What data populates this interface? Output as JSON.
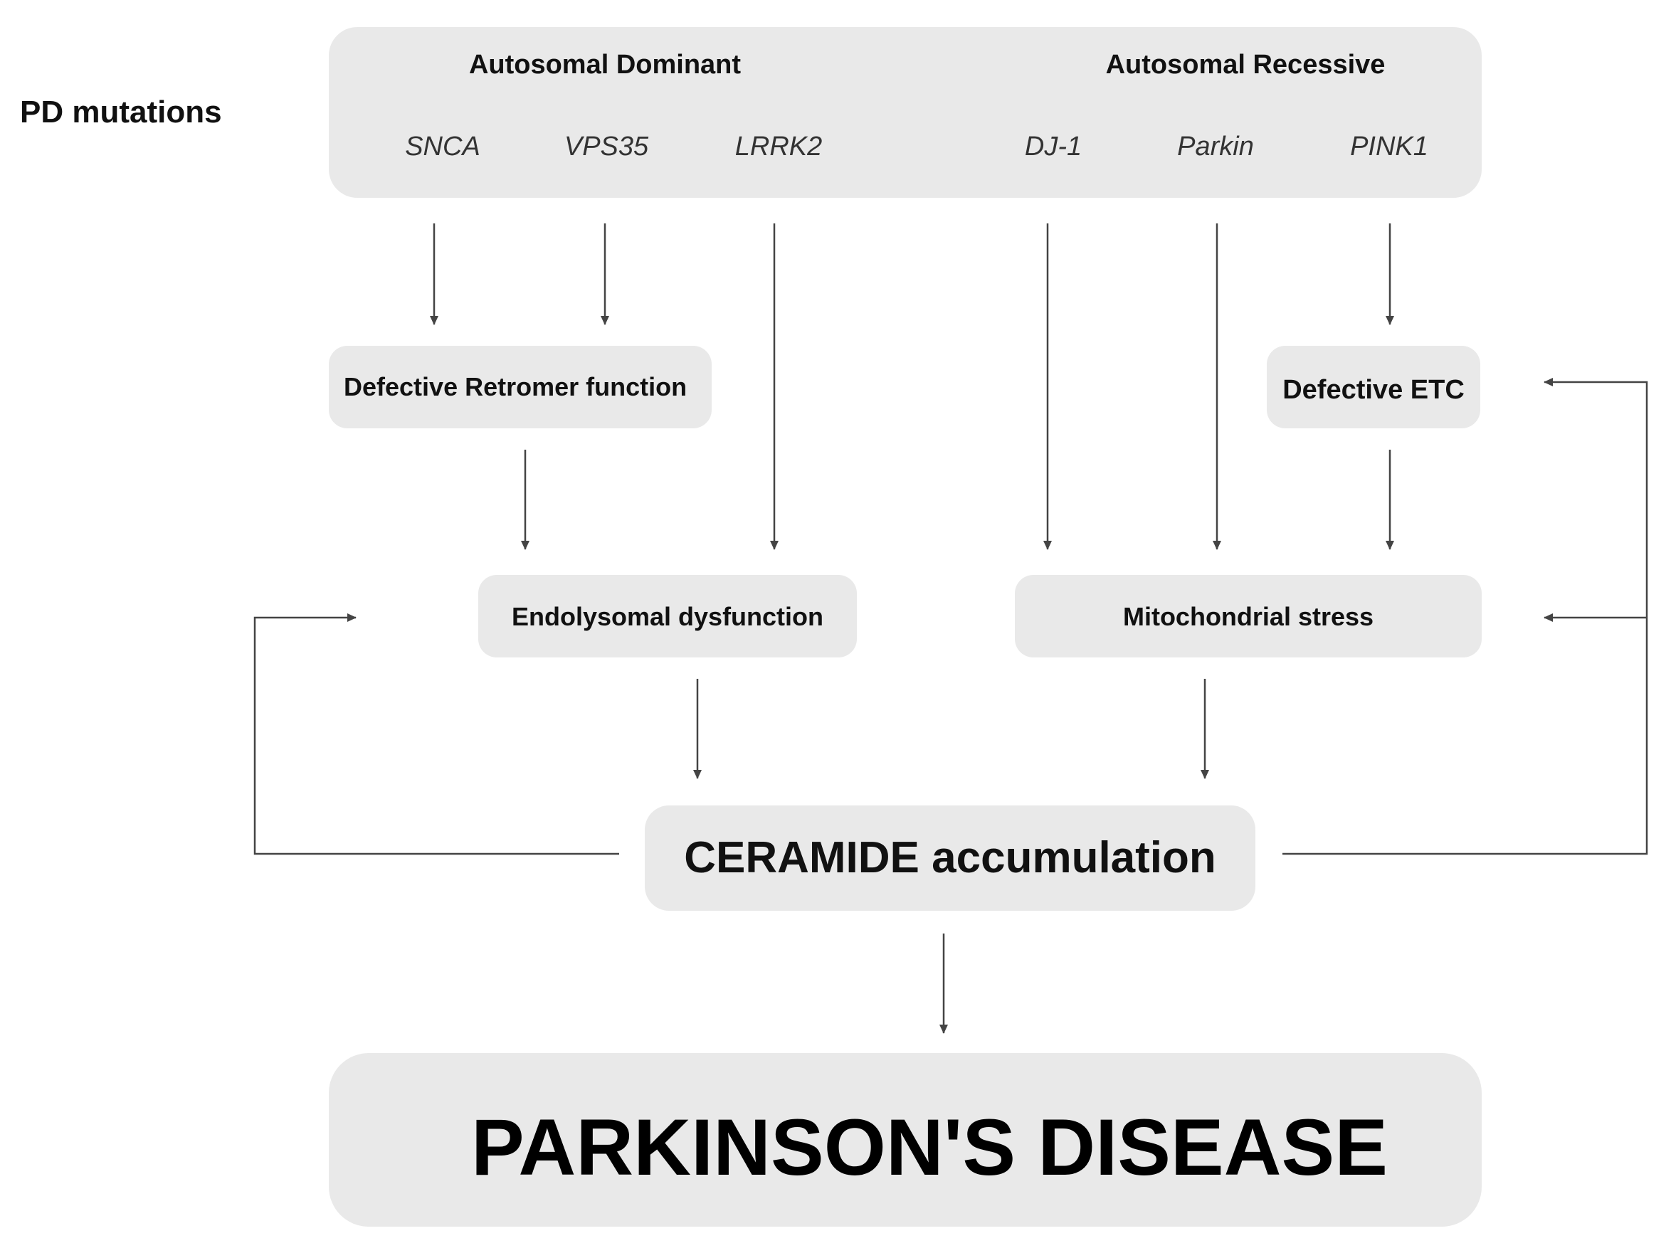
{
  "left_label": "PD mutations",
  "mutations": {
    "dominant_header": "Autosomal Dominant",
    "recessive_header": "Autosomal Recessive",
    "genes": [
      "SNCA",
      "VPS35",
      "LRRK2",
      "DJ-1",
      "Parkin",
      "PINK1"
    ]
  },
  "nodes": {
    "retromer": "Defective Retromer function",
    "etc": "Defective ETC",
    "endolysosomal": "Endolysomal dysfunction",
    "mitochondrial": "Mitochondrial stress",
    "ceramide": "CERAMIDE accumulation",
    "disease": "PARKINSON'S DISEASE"
  },
  "colors": {
    "box_fill": "#e9e9e9",
    "line": "#444444",
    "text": "#111111"
  }
}
